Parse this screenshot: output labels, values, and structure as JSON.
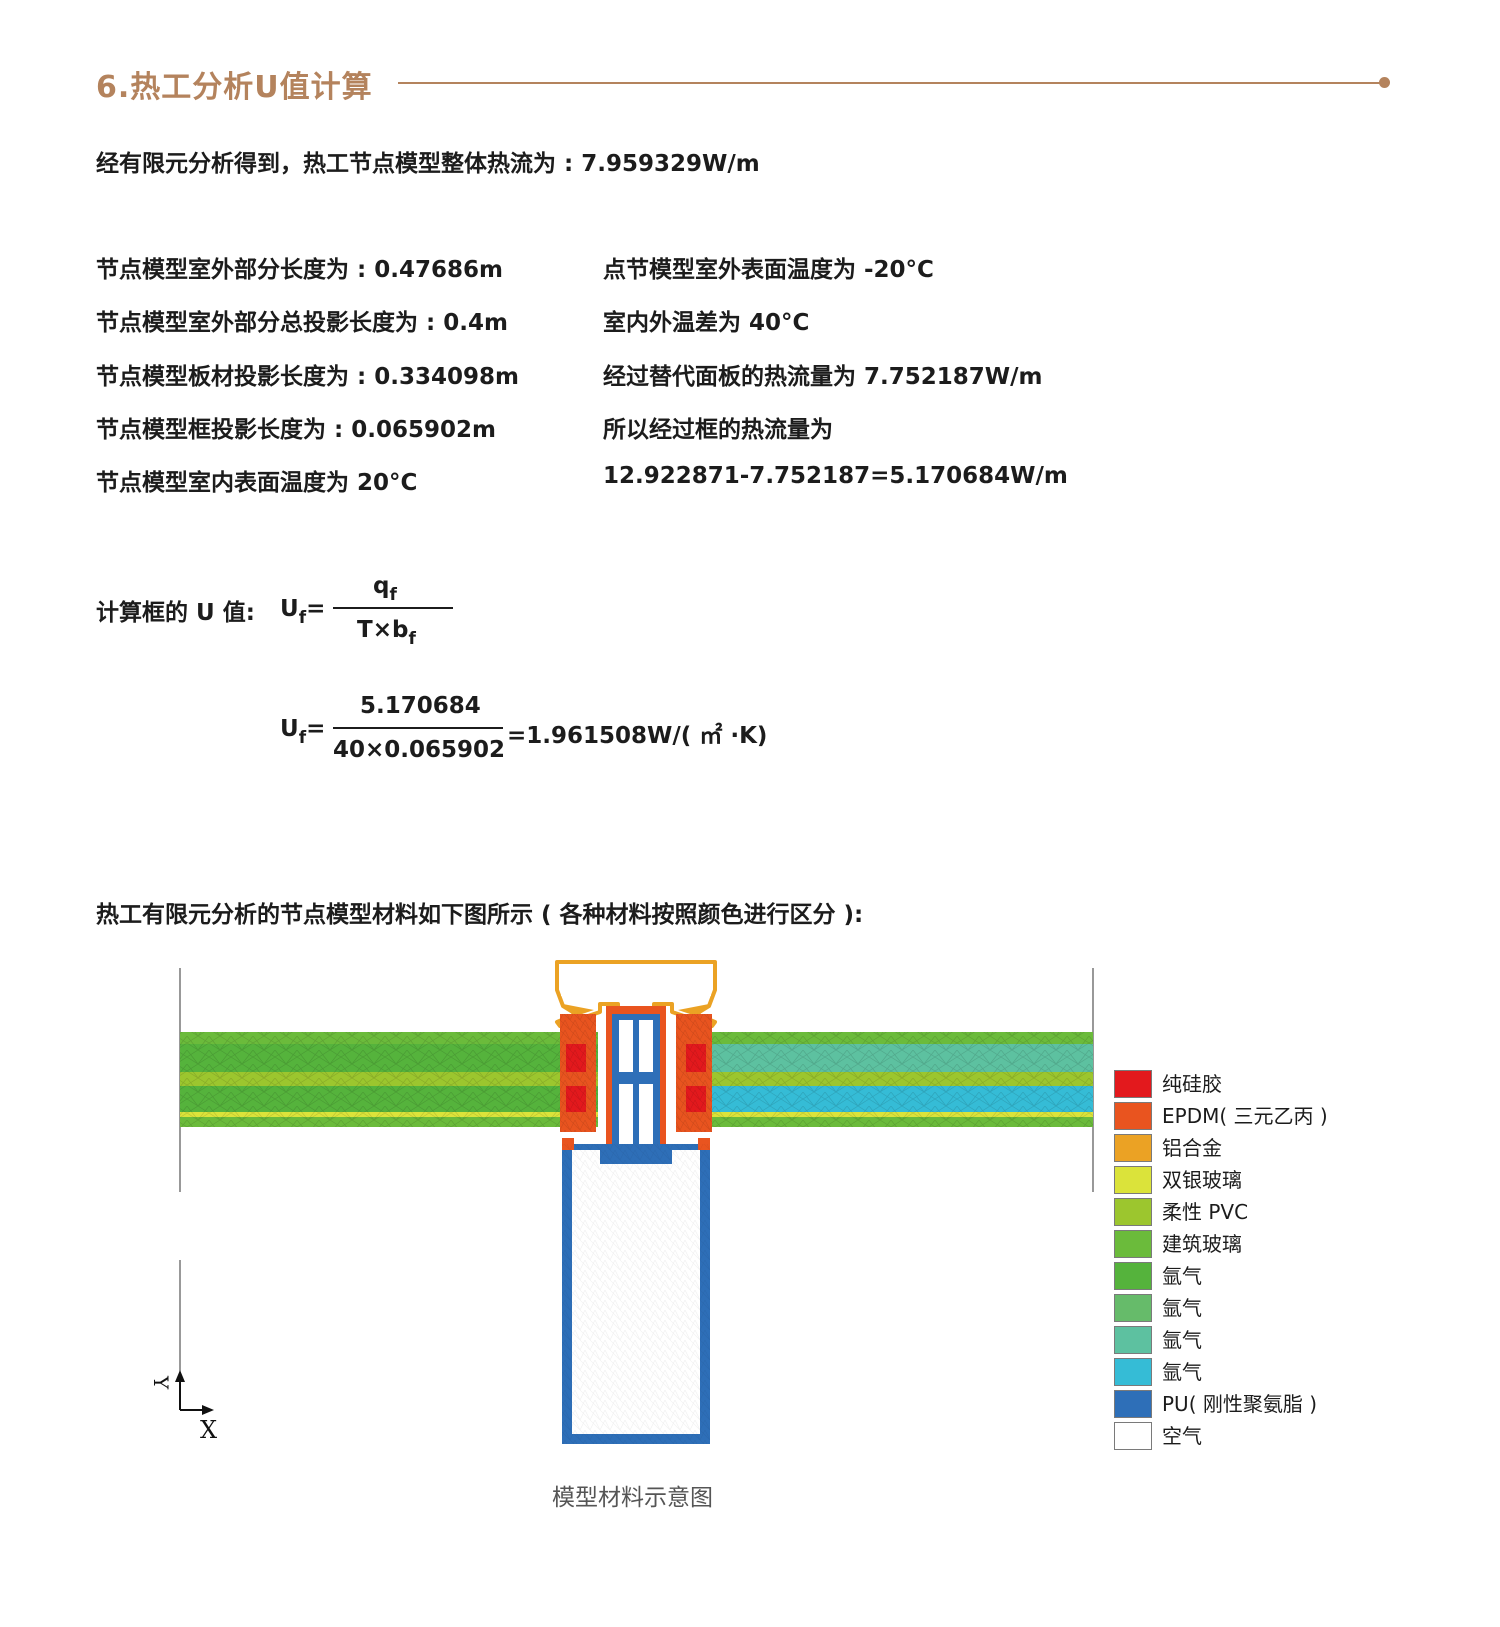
{
  "header": {
    "title": "6.热工分析U值计算"
  },
  "intro": "经有限元分析得到，热工节点模型整体热流为 : 7.959329W/m",
  "params_left": [
    "节点模型室外部分长度为 : 0.47686m",
    "节点模型室外部分总投影长度为 : 0.4m",
    "节点模型板材投影长度为 : 0.334098m",
    "节点模型框投影长度为 : 0.065902m",
    "节点模型室内表面温度为 20°C"
  ],
  "params_right": [
    "点节模型室外表面温度为 -20°C",
    "室内外温差为 40°C",
    "经过替代面板的热流量为 7.752187W/m",
    "所以经过框的热流量为",
    "12.922871-7.752187=5.170684W/m"
  ],
  "formula": {
    "label": "计算框的 U 值:",
    "lhs": "U",
    "lhs_sub": "f",
    "eq": "=",
    "num": "q",
    "num_sub": "f",
    "den": "T×b",
    "den_sub": "f",
    "calc_num": "5.170684",
    "calc_den": "40×0.065902",
    "result": "=1.961508W/( ㎡ ·K)"
  },
  "diagram": {
    "intro": "热工有限元分析的节点模型材料如下图所示 ( 各种材料按照颜色进行区分 ):",
    "caption": "模型材料示意图",
    "axis_y": "Y",
    "axis_x": "X",
    "legend": [
      {
        "label": "纯硅胶",
        "color": "#e3191d"
      },
      {
        "label": "EPDM( 三元乙丙 )",
        "color": "#e9541f"
      },
      {
        "label": "铝合金",
        "color": "#eba224"
      },
      {
        "label": "双银玻璃",
        "color": "#dbe33a"
      },
      {
        "label": "柔性 PVC",
        "color": "#9cc62e"
      },
      {
        "label": "建筑玻璃",
        "color": "#6bbb3b"
      },
      {
        "label": "氩气",
        "color": "#55b33c"
      },
      {
        "label": "氩气",
        "color": "#66bb6a"
      },
      {
        "label": "氩气",
        "color": "#5dc1a0"
      },
      {
        "label": "氩气",
        "color": "#35bcd6"
      },
      {
        "label": "PU( 刚性聚氨脂 )",
        "color": "#2e6fb8"
      },
      {
        "label": "空气",
        "color": "#ffffff"
      }
    ]
  }
}
